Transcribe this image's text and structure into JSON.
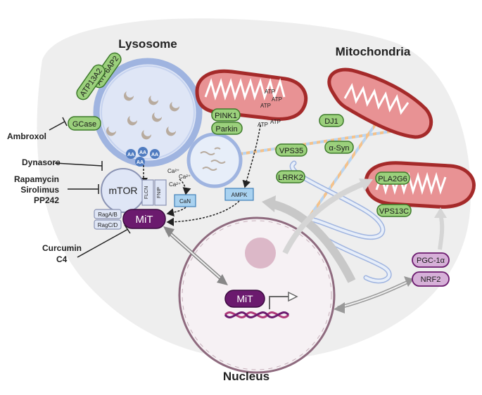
{
  "titles": {
    "lysosome": "Lysosome",
    "mitochondria": "Mitochondria",
    "nucleus": "Nucleus"
  },
  "drugs": {
    "ambroxol": "Ambroxol",
    "dynasore": "Dynasore",
    "rapamycin": "Rapamycin",
    "sirolimus": "Sirolimus",
    "pp242": "PP242",
    "curcumin": "Curcumin",
    "c4": "C4"
  },
  "proteins": {
    "atp6ap2": "ATP6AP2",
    "atp13a2": "ATP13A2",
    "gcase": "GCase",
    "pink1": "PINK1",
    "parkin": "Parkin",
    "dj1": "DJ1",
    "vps35": "VPS35",
    "alpha_syn": "α-Syn",
    "lrrk2": "LRRK2",
    "pla2g6": "PLA2G6",
    "vps13c": "VPS13C",
    "mtor": "mTOR",
    "flcn": "FLCN",
    "fnip": "FNIP",
    "ragab": "RagA/B",
    "ragcd": "RagC/D",
    "mit": "MiT",
    "mit_nucleus": "MiT",
    "pgc1a": "PGC-1α",
    "nrf2": "NRF2",
    "can": "CaN",
    "ampk": "AMPK"
  },
  "labels": {
    "aa": "AA",
    "ca": "Ca²⁺",
    "atp": "ATP"
  },
  "colors": {
    "green_fill": "#9bd07c",
    "green_stroke": "#3d7a2a",
    "purple": "#6b1a6e",
    "pink": "#d6b0d8",
    "lyso_fill": "#dfe6f6",
    "lyso_stroke": "#9fb4e0",
    "mito_fill": "#e89294",
    "mito_stroke": "#a52a2a",
    "nucleus_fill": "#f6f1f4",
    "nucleus_stroke": "#8e6a7e",
    "blue_box": "#a9d2f0",
    "gray_arrow": "#d9d9d9"
  }
}
